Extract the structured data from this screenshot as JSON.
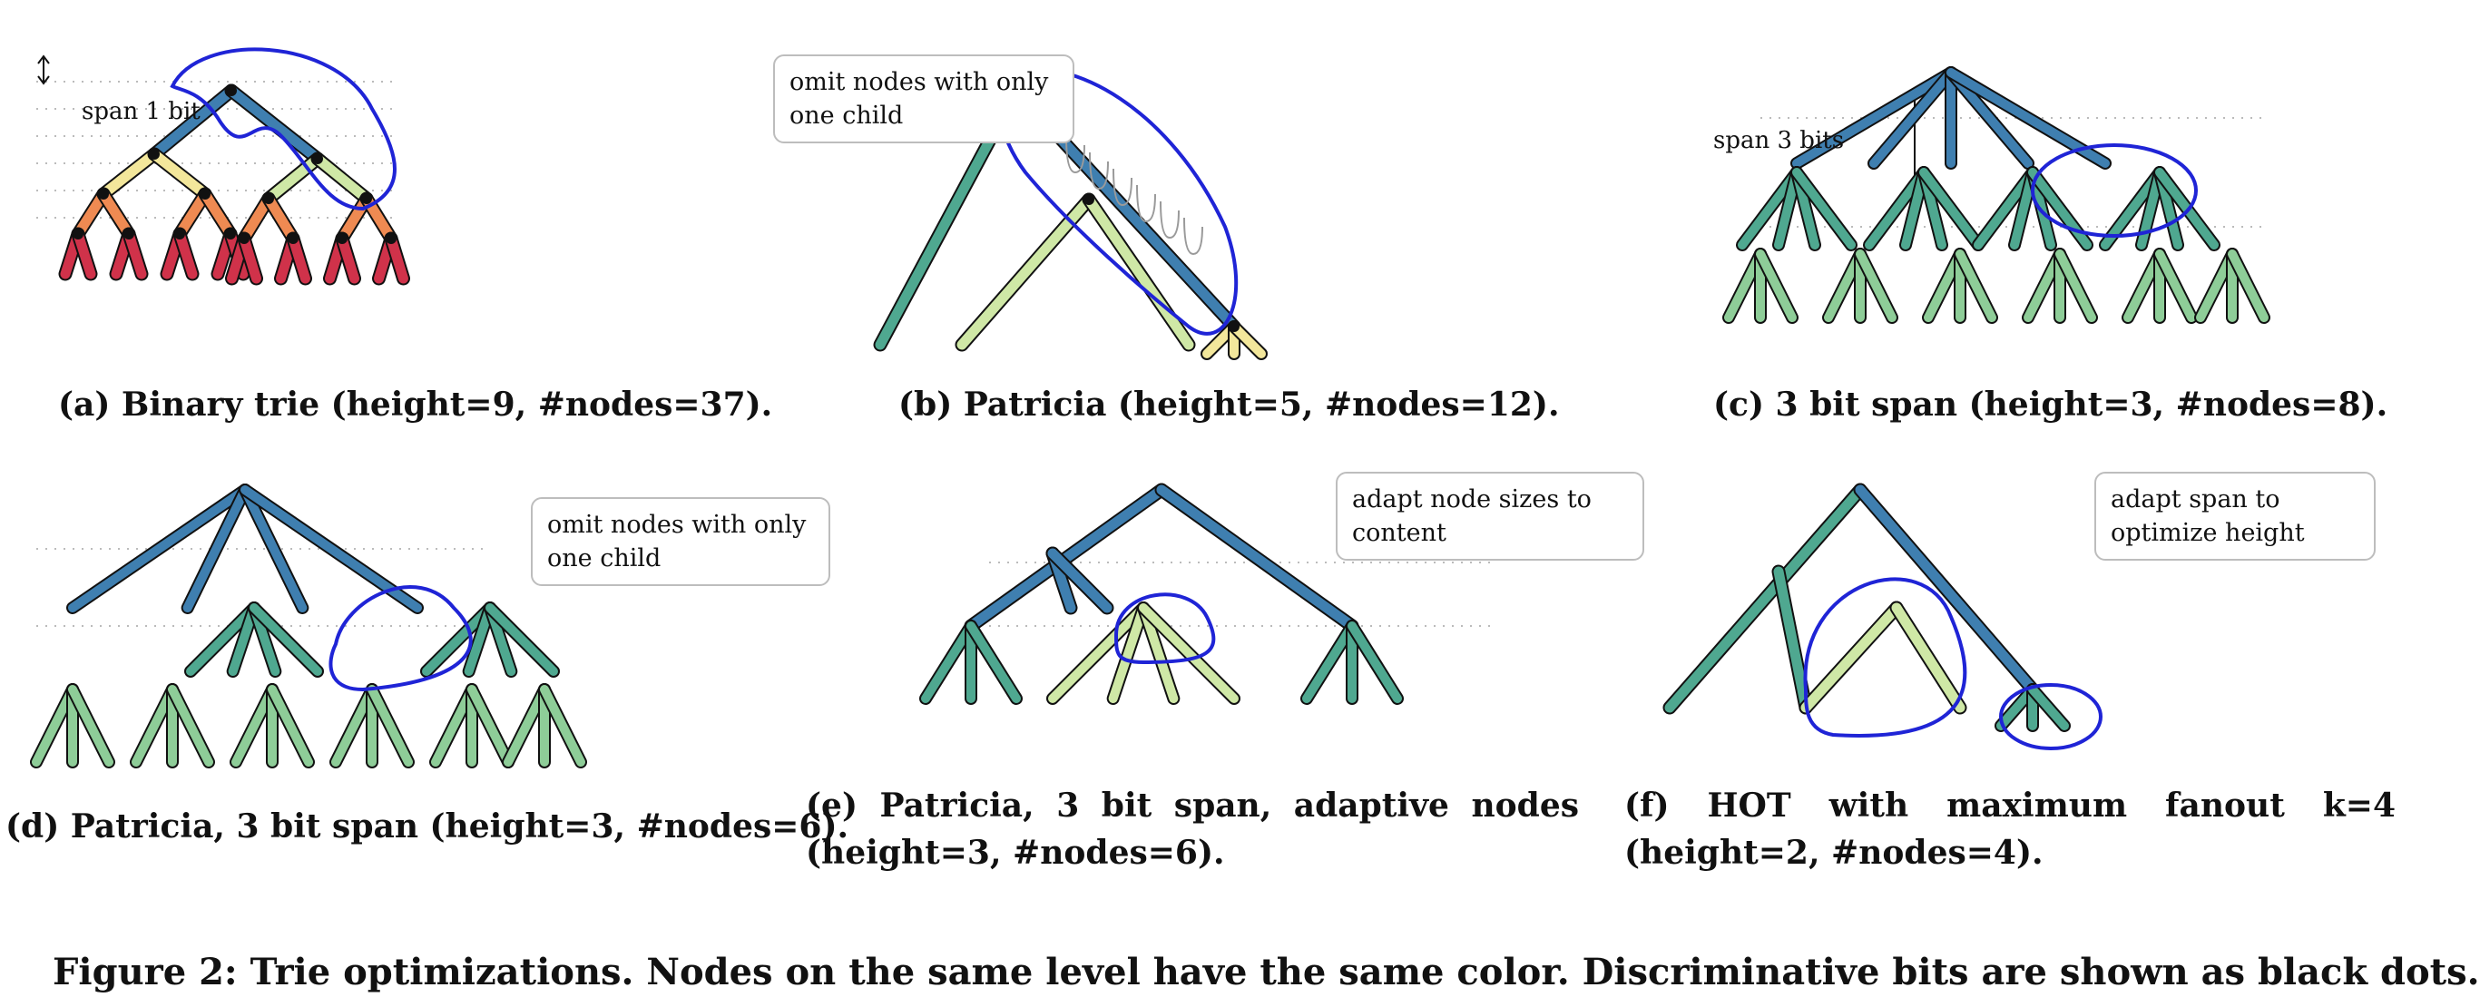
{
  "figure_caption": "Figure 2: Trie optimizations. Nodes on the same level have the same color. Discriminative bits are shown as black dots.",
  "panels": {
    "a": {
      "caption": "(a) Binary trie (height=9, #nodes=37).",
      "span_label": "span 1 bit"
    },
    "b": {
      "caption": "(b) Patricia (height=5, #nodes=12).",
      "callout": "omit nodes with only one child"
    },
    "c": {
      "caption": "(c) 3 bit span (height=3, #nodes=8).",
      "span_label": "span 3 bits"
    },
    "d": {
      "caption": "(d) Patricia, 3 bit span (height=3, #nodes=6).",
      "callout": "omit nodes with only one child"
    },
    "e": {
      "caption": "(e) Patricia, 3 bit span, adaptive nodes (height=3, #nodes=6).",
      "callout": "adapt node sizes to content"
    },
    "f": {
      "caption": "(f) HOT with maximum fanout k=4 (height=2, #nodes=4).",
      "callout": "adapt span to optimize height"
    }
  },
  "colors": {
    "level_blue": "#3f7fb0",
    "level_teal": "#4fa890",
    "level_green": "#8ecd98",
    "level_lightgreen": "#cfe8a6",
    "level_yellow": "#f3e79b",
    "level_orange": "#ef8a52",
    "level_red": "#d0324a",
    "highlight": "#1f24d6",
    "guide": "#9a9a9a"
  }
}
